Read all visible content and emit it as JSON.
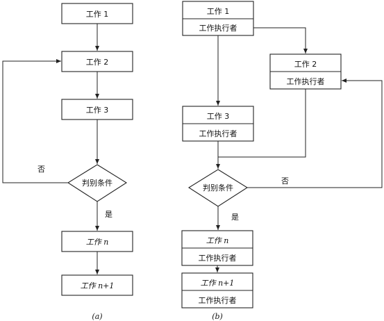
{
  "left": {
    "work1": "工作 1",
    "work2": "工作 2",
    "work3": "工作 3",
    "decision": "判别条件",
    "no": "否",
    "yes": "是",
    "workn": "工作 n",
    "workn1": "工作 n+1",
    "caption": "(a)"
  },
  "right": {
    "work1": "工作 1",
    "work1_sub": "工作执行者",
    "work2": "工作 2",
    "work2_sub": "工作执行者",
    "work3": "工作 3",
    "work3_sub": "工作执行者",
    "decision": "判别条件",
    "no": "否",
    "yes": "是",
    "workn": "工作 n",
    "workn_sub": "工作执行者",
    "workn1": "工作 n+1",
    "workn1_sub": "工作执行者",
    "caption": "(b)"
  }
}
